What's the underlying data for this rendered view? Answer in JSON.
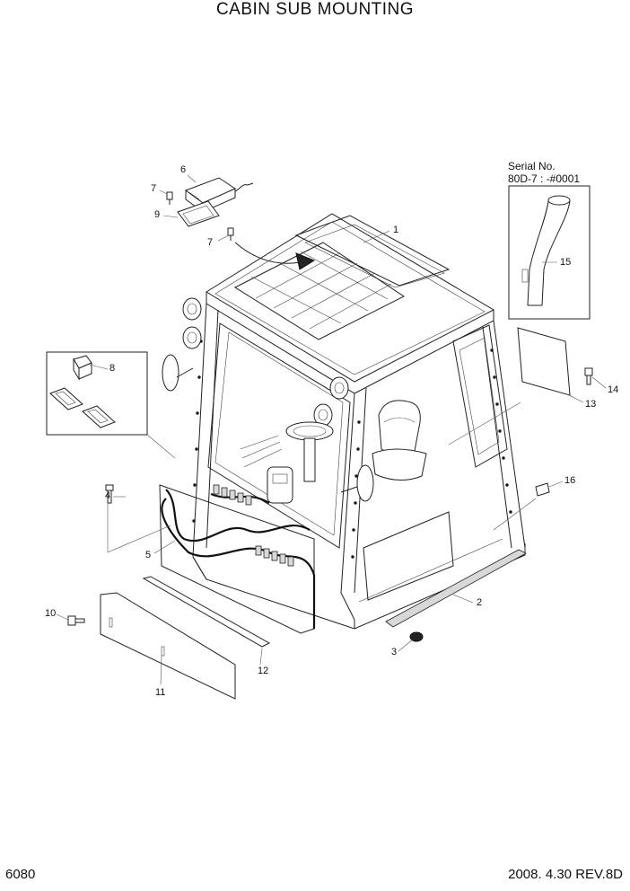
{
  "page": {
    "title": "CABIN SUB MOUNTING",
    "page_number": "6080",
    "date_rev": "2008. 4.30  REV.8D"
  },
  "serial_note": {
    "line1": "Serial No.",
    "line2": "80D-7 : -#0001"
  },
  "callouts": [
    "1",
    "2",
    "3",
    "4",
    "5",
    "6",
    "7",
    "7",
    "8",
    "9",
    "10",
    "11",
    "12",
    "13",
    "14",
    "15",
    "16"
  ]
}
